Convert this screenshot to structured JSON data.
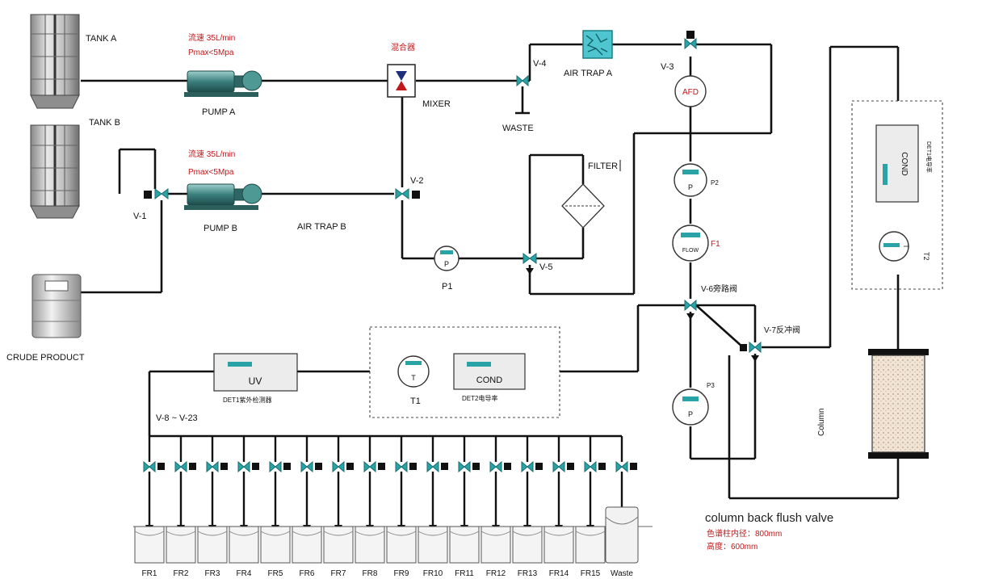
{
  "tanks": {
    "a": "TANK A",
    "b": "TANK B",
    "crude": "CRUDE PRODUCT"
  },
  "pumps": {
    "a": {
      "label": "PUMP A",
      "flow": "流速 35L/min",
      "pmax": "Pmax<5Mpa"
    },
    "b": {
      "label": "PUMP B",
      "flow": "流速 35L/min",
      "pmax": "Pmax<5Mpa"
    }
  },
  "mixer": {
    "label": "MIXER",
    "cn": "混合器"
  },
  "valves": {
    "v1": "V-1",
    "v2": "V-2",
    "v3": "V-3",
    "v4": "V-4",
    "v5": "V-5",
    "v6": "V-6旁路阀",
    "v7": "V-7反冲阀",
    "v8_23": "V-8 ~ V-23"
  },
  "air_traps": {
    "a": "AIR TRAP A",
    "b": "AIR TRAP B"
  },
  "waste_top": "WASTE",
  "afd": "AFD",
  "filter": "FILTER",
  "gauges": {
    "p": "P",
    "p1": "P1",
    "p2": "P2",
    "p3": "P3",
    "f1": "F1",
    "flow": "FLOW",
    "t": "T",
    "t1": "T1",
    "t2": "T2"
  },
  "detectors": {
    "uv": "UV",
    "uv_tag": "DET1紫外检测器",
    "cond": "COND",
    "cond_tag": "DET2电导率",
    "cond_right": "COND",
    "cond_right_tag": "DET1电导率"
  },
  "column": {
    "label": "Column",
    "backflush": "column back flush valve",
    "diameter": "色谱柱内径：800mm",
    "height": "高度：600mm"
  },
  "fractions": [
    "FR1",
    "FR2",
    "FR3",
    "FR4",
    "FR5",
    "FR6",
    "FR7",
    "FR8",
    "FR9",
    "FR10",
    "FR11",
    "FR12",
    "FR13",
    "FR14",
    "FR15",
    "Waste"
  ],
  "colors": {
    "pipe": "#111111",
    "valve": "#2aa3a6",
    "pump": "#3a7f7d",
    "accent_red": "#c0181b",
    "afd": "#c0181b"
  }
}
